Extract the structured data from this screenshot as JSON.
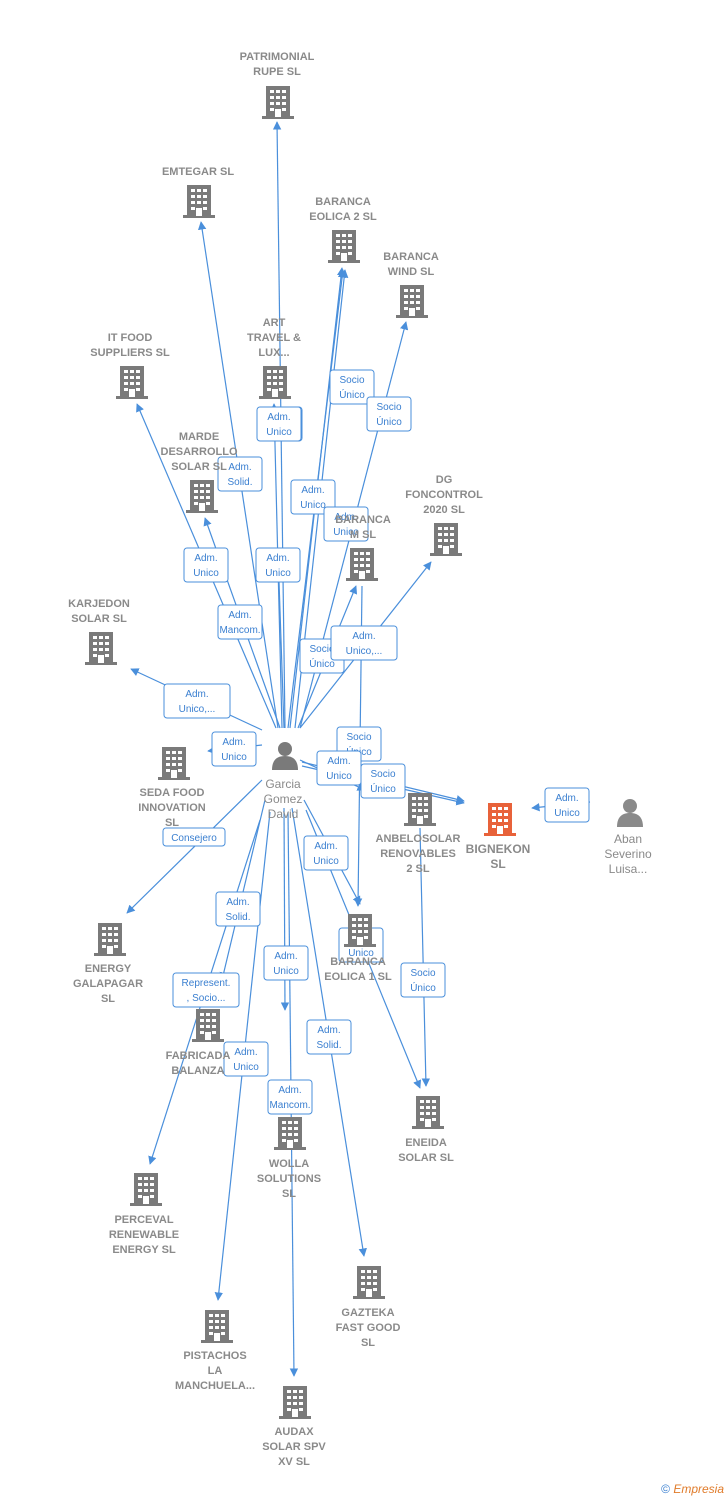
{
  "colors": {
    "edge": "#4a8fdb",
    "node": "#7a7a7a",
    "focus": "#e8623a",
    "label": "#8a8a8a"
  },
  "center_person": {
    "label": [
      "Garcia",
      "Gomez",
      "David"
    ],
    "icon": "person-icon"
  },
  "focus_company": {
    "label": [
      "BIGNEKON",
      "SL"
    ],
    "icon": "building-icon"
  },
  "other_person": {
    "label": [
      "Aban",
      "Severino",
      "Luisa..."
    ],
    "icon": "person-icon"
  },
  "companies": [
    {
      "id": "patrimonial",
      "label": [
        "PATRIMONIAL",
        "RUPE SL"
      ]
    },
    {
      "id": "emtegar",
      "label": [
        "EMTEGAR  SL"
      ]
    },
    {
      "id": "baranca2",
      "label": [
        "BARANCA",
        "EOLICA 2  SL"
      ]
    },
    {
      "id": "barancawind",
      "label": [
        "BARANCA",
        "WIND  SL"
      ]
    },
    {
      "id": "itfood",
      "label": [
        "IT FOOD",
        "SUPPLIERS  SL"
      ]
    },
    {
      "id": "arttravel",
      "label": [
        "ART",
        "TRAVEL &",
        "LUX..."
      ]
    },
    {
      "id": "marde",
      "label": [
        "MARDE",
        "DESARROLLO",
        "SOLAR SL"
      ]
    },
    {
      "id": "dgfoncontrol",
      "label": [
        "DG",
        "FONCONTROL",
        "2020  SL"
      ]
    },
    {
      "id": "barancam",
      "label": [
        "BARANCA",
        "M  SL"
      ]
    },
    {
      "id": "karjedon",
      "label": [
        "KARJEDON",
        "SOLAR  SL"
      ]
    },
    {
      "id": "sedafood",
      "label": [
        "SEDA FOOD",
        "INNOVATION",
        "SL"
      ]
    },
    {
      "id": "anbelosolar",
      "label": [
        "ANBELOSOLAR",
        "RENOVABLES",
        "2 SL"
      ]
    },
    {
      "id": "energygalapagar",
      "label": [
        "ENERGY",
        "GALAPAGAR",
        "SL"
      ]
    },
    {
      "id": "baranca1",
      "label": [
        "BARANCA",
        "EOLICA 1  SL"
      ]
    },
    {
      "id": "fabricada",
      "label": [
        "FABRICADA",
        "BALANZA"
      ]
    },
    {
      "id": "eneida",
      "label": [
        "ENEIDA",
        "SOLAR  SL"
      ]
    },
    {
      "id": "wolla",
      "label": [
        "WOLLA",
        "SOLUTIONS",
        "SL"
      ]
    },
    {
      "id": "perceval",
      "label": [
        "PERCEVAL",
        "RENEWABLE",
        "ENERGY  SL"
      ]
    },
    {
      "id": "gazteka",
      "label": [
        "GAZTEKA",
        "FAST GOOD",
        "SL"
      ]
    },
    {
      "id": "pistachos",
      "label": [
        "PISTACHOS",
        "LA",
        "MANCHUELA..."
      ]
    },
    {
      "id": "audax",
      "label": [
        "AUDAX",
        "SOLAR SPV",
        "XV  SL"
      ]
    }
  ],
  "edge_labels": [
    [
      "Adm.",
      "Unico"
    ],
    [
      "Socio",
      "Único"
    ],
    [
      "Socio",
      "Único"
    ],
    [
      "Adm.",
      "Solid."
    ],
    [
      "Adm.",
      "Unico"
    ],
    [
      "Adm.",
      "Unico"
    ],
    [
      "Adm.",
      "Unico"
    ],
    [
      "Adm.",
      "Unico"
    ],
    [
      "Adm.",
      "Mancom."
    ],
    [
      "Socio",
      "Único"
    ],
    [
      "Adm.",
      "Unico,..."
    ],
    [
      "Adm.",
      "Unico,..."
    ],
    [
      "Adm.",
      "Unico"
    ],
    [
      "Socio",
      "Único"
    ],
    [
      "Adm.",
      "Unico"
    ],
    [
      "Socio",
      "Único"
    ],
    [
      "Adm.",
      "Unico"
    ],
    [
      "Consejero"
    ],
    [
      "Adm.",
      "Unico"
    ],
    [
      "Adm.",
      "Solid."
    ],
    [
      "Adm.",
      "Unico"
    ],
    [
      "Socio",
      "Único"
    ],
    [
      "Adm.",
      "Unico"
    ],
    [
      "Represent.",
      ", Socio..."
    ],
    [
      "Adm.",
      "Solid."
    ],
    [
      "Adm.",
      "Unico"
    ],
    [
      "Adm.",
      "Mancom."
    ],
    [
      "Adm.",
      "Unico"
    ]
  ],
  "footer": {
    "copyright": "©",
    "brand": "Empresia"
  }
}
